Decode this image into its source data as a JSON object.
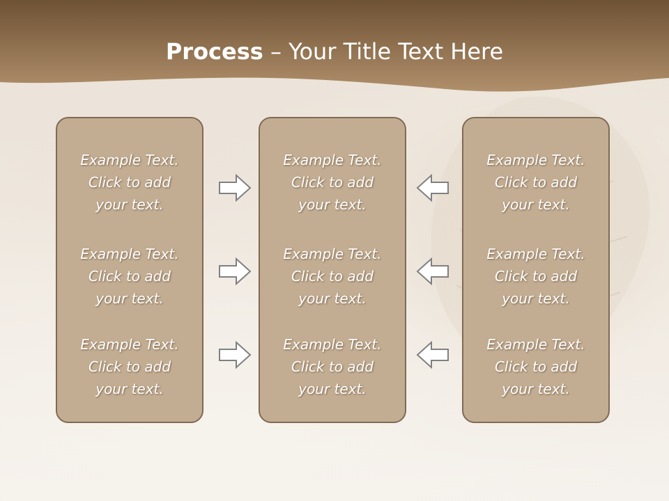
{
  "title": {
    "bold": "Process",
    "rest": " – Your Title Text Here"
  },
  "columns": [
    {
      "items": [
        {
          "line1": "Example Text.",
          "line2": "Click  to add",
          "line3": "your text."
        },
        {
          "line1": "Example Text.",
          "line2": "Click  to add",
          "line3": "your text."
        },
        {
          "line1": "Example Text.",
          "line2": "Click  to add",
          "line3": "your text."
        }
      ]
    },
    {
      "items": [
        {
          "line1": "Example Text.",
          "line2": "Click  to add",
          "line3": "your text."
        },
        {
          "line1": "Example Text.",
          "line2": "Click  to add",
          "line3": "your text."
        },
        {
          "line1": "Example Text.",
          "line2": "Click  to add",
          "line3": "your text."
        }
      ]
    },
    {
      "items": [
        {
          "line1": "Example Text.",
          "line2": "Click  to add",
          "line3": "your text."
        },
        {
          "line1": "Example Text.",
          "line2": "Click  to add",
          "line3": "your text."
        },
        {
          "line1": "Example Text.",
          "line2": "Click  to add",
          "line3": "your text."
        }
      ]
    }
  ],
  "arrows": {
    "left_group": "right-arrow-icon",
    "right_group": "left-arrow-icon"
  },
  "colors": {
    "header_dark": "#6e5234",
    "header_light": "#b08f6b",
    "panel_fill": "#c3ad92",
    "panel_border": "#7f6a55",
    "arrow_stroke": "#808080"
  }
}
